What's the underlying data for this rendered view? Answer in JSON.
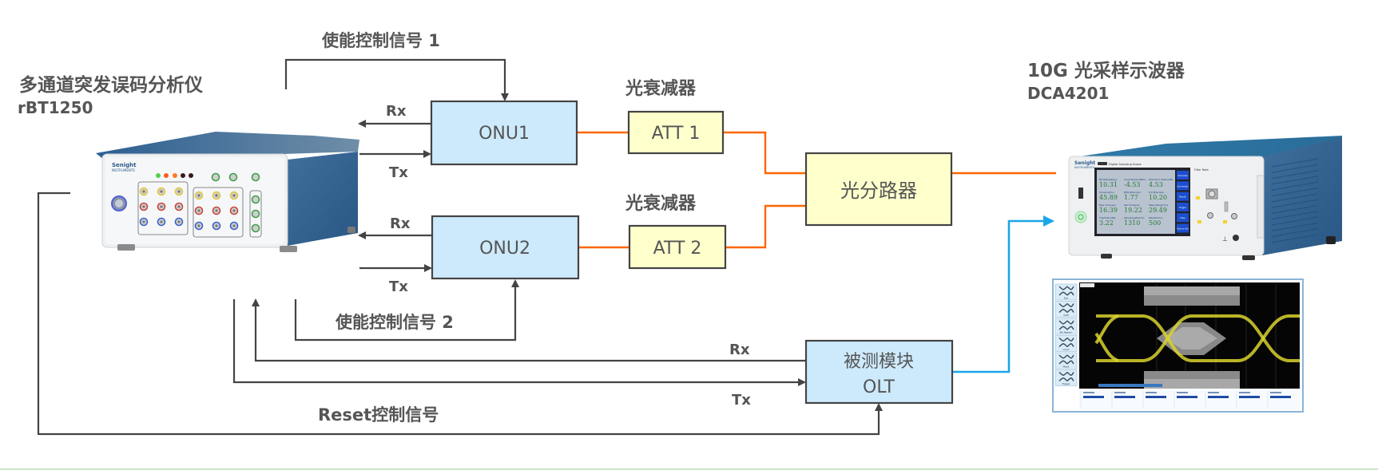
{
  "colors": {
    "line": "#444444",
    "optical": "#ff6600",
    "electrical_out": "#1aa6e8",
    "onu_fill": "#cdeafc",
    "att_fill": "#ffffcc",
    "instrument_blue": "#2f6596"
  },
  "bert": {
    "title": "多通道突发误码分析仪",
    "model": "rBT1250",
    "brand": "Senight",
    "brand_sub": "INSTRUMENTS"
  },
  "scope": {
    "title": "10G 光采样示波器",
    "model": "DCA4201",
    "brand": "Senight",
    "brand_sub": "INSTRUMENTS",
    "screen_header": "Digital Sampling Scope",
    "readings": [
      {
        "label": "Bit Rate(Gbps):",
        "value": "10.31"
      },
      {
        "label": "Input Power(dBm):",
        "value": "-4.53"
      },
      {
        "label": "Extinction Ratio(dB):",
        "value": "4.53"
      },
      {
        "label": "Crossing(%):",
        "value": "45.89"
      },
      {
        "label": "RMS Jitter(ps):",
        "value": "1.77"
      },
      {
        "label": "P-P Jitter(ps):",
        "value": "10.20"
      },
      {
        "label": "Rise Time(ps):",
        "value": "16.39"
      },
      {
        "label": "Fall Time(ps):",
        "value": "19.22"
      },
      {
        "label": "Mask Margin(%):",
        "value": "29.49"
      },
      {
        "label": "Tdp/Tdec(dB):",
        "value": "3.22"
      },
      {
        "label": "Wavelength(nm):",
        "value": "1310"
      },
      {
        "label": "Waveforms:",
        "value": "500"
      }
    ],
    "side_buttons": [
      "Overview",
      "Connection",
      "Result",
      "Trigger",
      "Help",
      "Device Info"
    ]
  },
  "eye": {
    "side_modes": [
      "Eye",
      "ACIP",
      "Bit Pattern",
      "Level",
      "Mask",
      "Trigger"
    ]
  },
  "labels": {
    "enable1": "使能控制信号 1",
    "enable2": "使能控制信号 2",
    "reset": "Reset控制信号",
    "att_title1": "光衰减器",
    "att_title2": "光衰减器",
    "rx1": "Rx",
    "tx1": "Tx",
    "rx2": "Rx",
    "tx2": "Tx",
    "rx_olt": "Rx",
    "tx_olt": "Tx"
  },
  "boxes": {
    "onu1": "ONU1",
    "onu2": "ONU2",
    "att1": "ATT 1",
    "att2": "ATT 2",
    "splitter": "光分路器",
    "olt_line1": "被测模块",
    "olt_line2": "OLT"
  }
}
